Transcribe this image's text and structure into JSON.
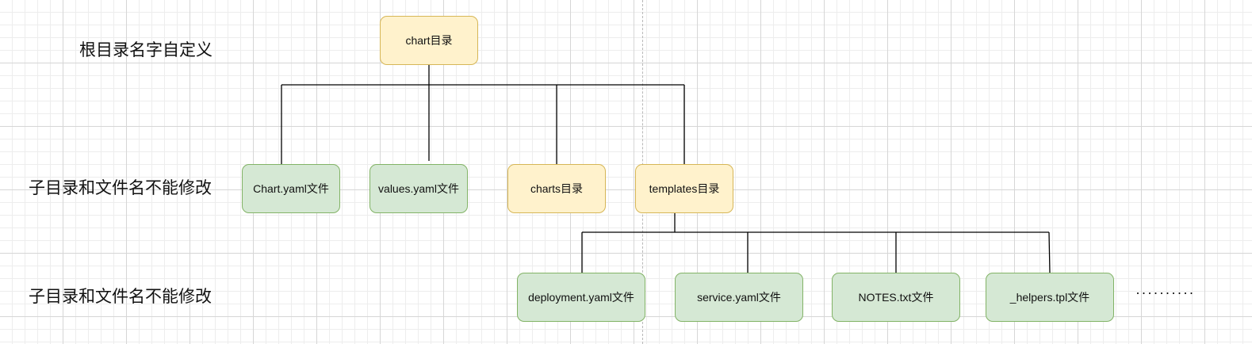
{
  "labels": {
    "root": "根目录名字自定义",
    "level1": "子目录和文件名不能修改",
    "level2": "子目录和文件名不能修改"
  },
  "nodes": {
    "root": "chart目录",
    "chart_yaml": "Chart.yaml文件",
    "values_yaml": "values.yaml文件",
    "charts_dir": "charts目录",
    "templates_dir": "templates目录",
    "deployment_yaml": "deployment.yaml文件",
    "service_yaml": "service.yaml文件",
    "notes_txt": "NOTES.txt文件",
    "helpers_tpl": "_helpers.tpl文件"
  },
  "more": "··········",
  "colors": {
    "directory_fill": "#fff2cc",
    "directory_border": "#d6b656",
    "file_fill": "#d5e8d4",
    "file_border": "#82b366",
    "connector": "#000000"
  }
}
